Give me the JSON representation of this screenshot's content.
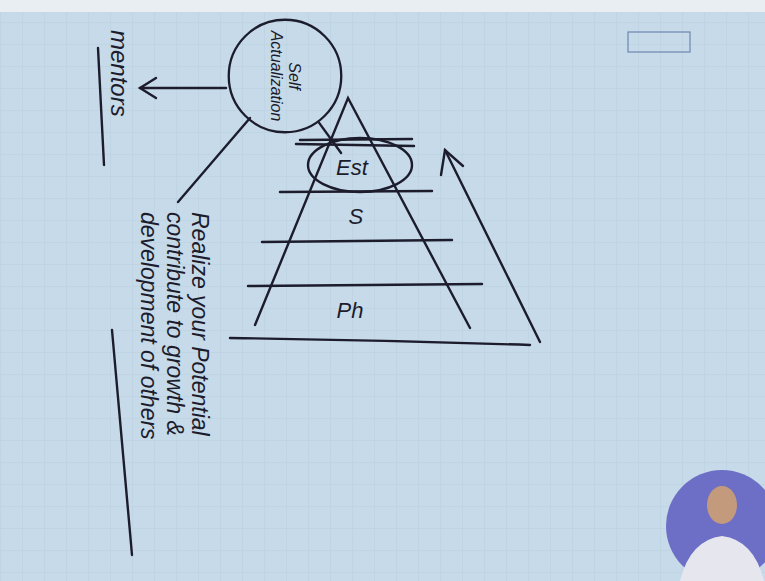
{
  "diagram": {
    "nodes": [
      {
        "text": [
          "Self Actualization"
        ]
      },
      {
        "text": [
          "Est"
        ]
      },
      {
        "text": [
          "S"
        ]
      },
      {
        "text": [
          "Ph"
        ]
      }
    ],
    "edges": [
      {
        "from": 0,
        "to": 1,
        "arrow": "none"
      }
    ],
    "labels": [
      "mentors",
      "Realize your Potential contribute to growth & development of others"
    ]
  }
}
